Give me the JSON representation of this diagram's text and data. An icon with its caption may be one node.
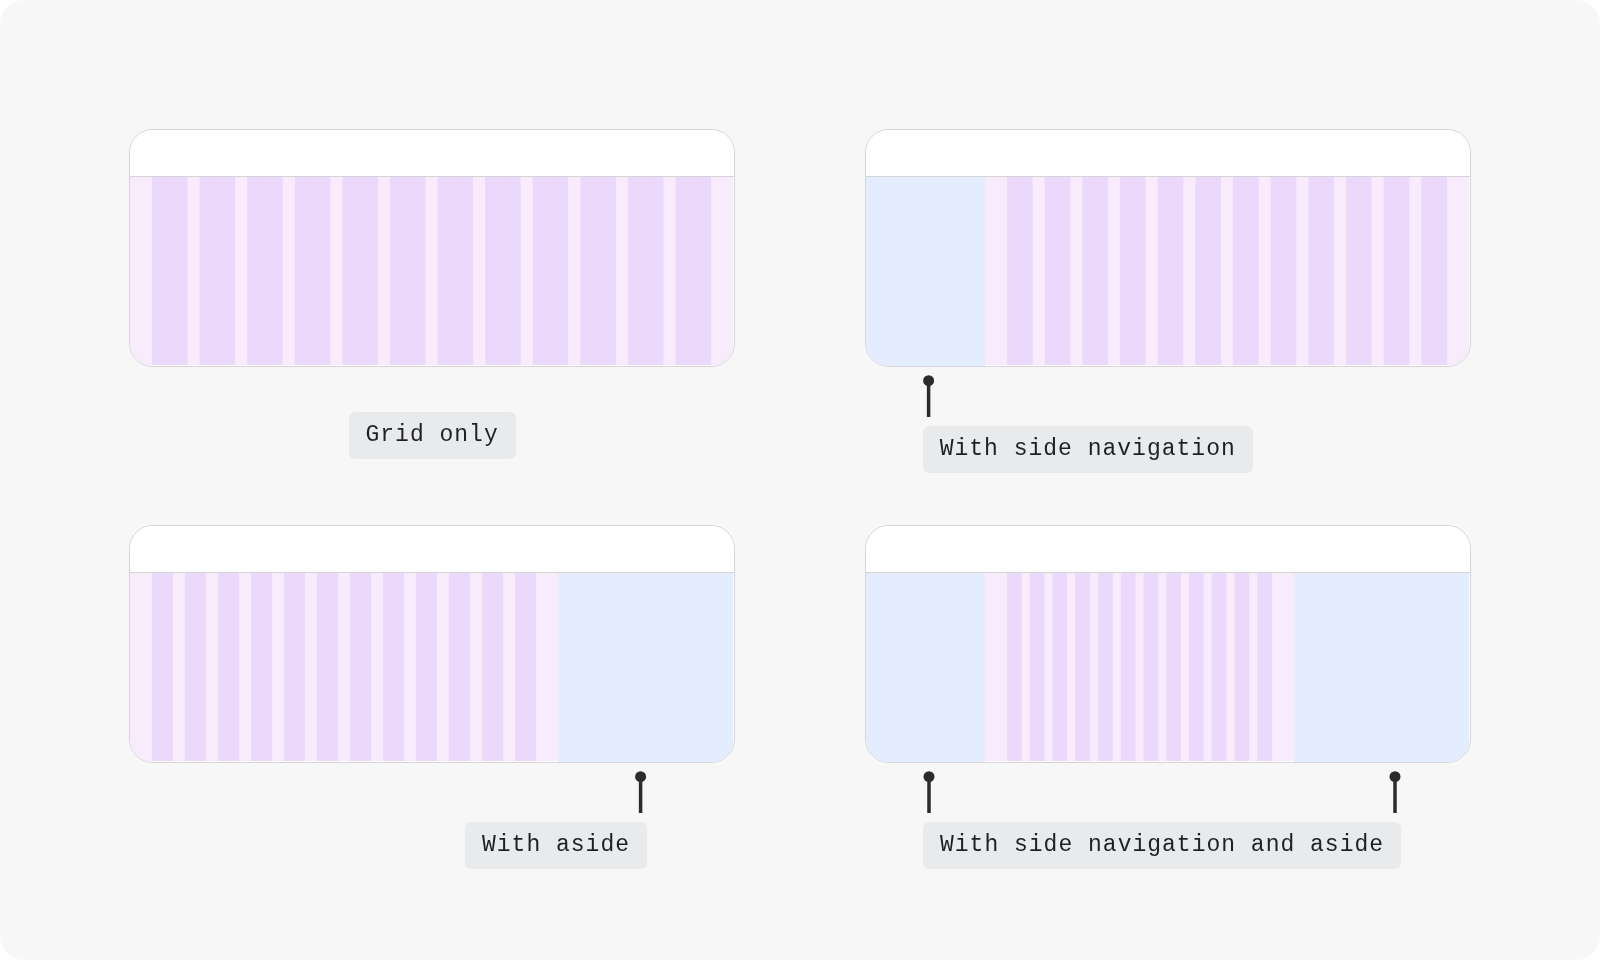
{
  "diagram": {
    "nodes": [
      {
        "text": [],
        "shape": "box"
      },
      {
        "text": [],
        "shape": "box"
      },
      {
        "text": [],
        "shape": "box",
        "in": 1
      },
      {
        "text": [
          "Grid only"
        ]
      },
      {
        "text": [
          "With side navigation"
        ]
      },
      {
        "text": [],
        "shape": "box"
      },
      {
        "text": [],
        "shape": "box",
        "in": 5
      },
      {
        "text": [],
        "shape": "box"
      },
      {
        "text": [],
        "shape": "box",
        "in": 7
      },
      {
        "text": [],
        "shape": "box",
        "in": 7
      },
      {
        "text": [
          "With aside"
        ]
      },
      {
        "text": [
          "With side navigation and aside"
        ]
      }
    ],
    "edges": [
      {
        "from": 4,
        "to": 2,
        "arrow": "other"
      },
      {
        "from": 10,
        "to": 6,
        "arrow": "other"
      },
      {
        "from": 11,
        "to": 8,
        "arrow": "other"
      },
      {
        "from": 11,
        "to": 9,
        "arrow": "other"
      }
    ]
  }
}
